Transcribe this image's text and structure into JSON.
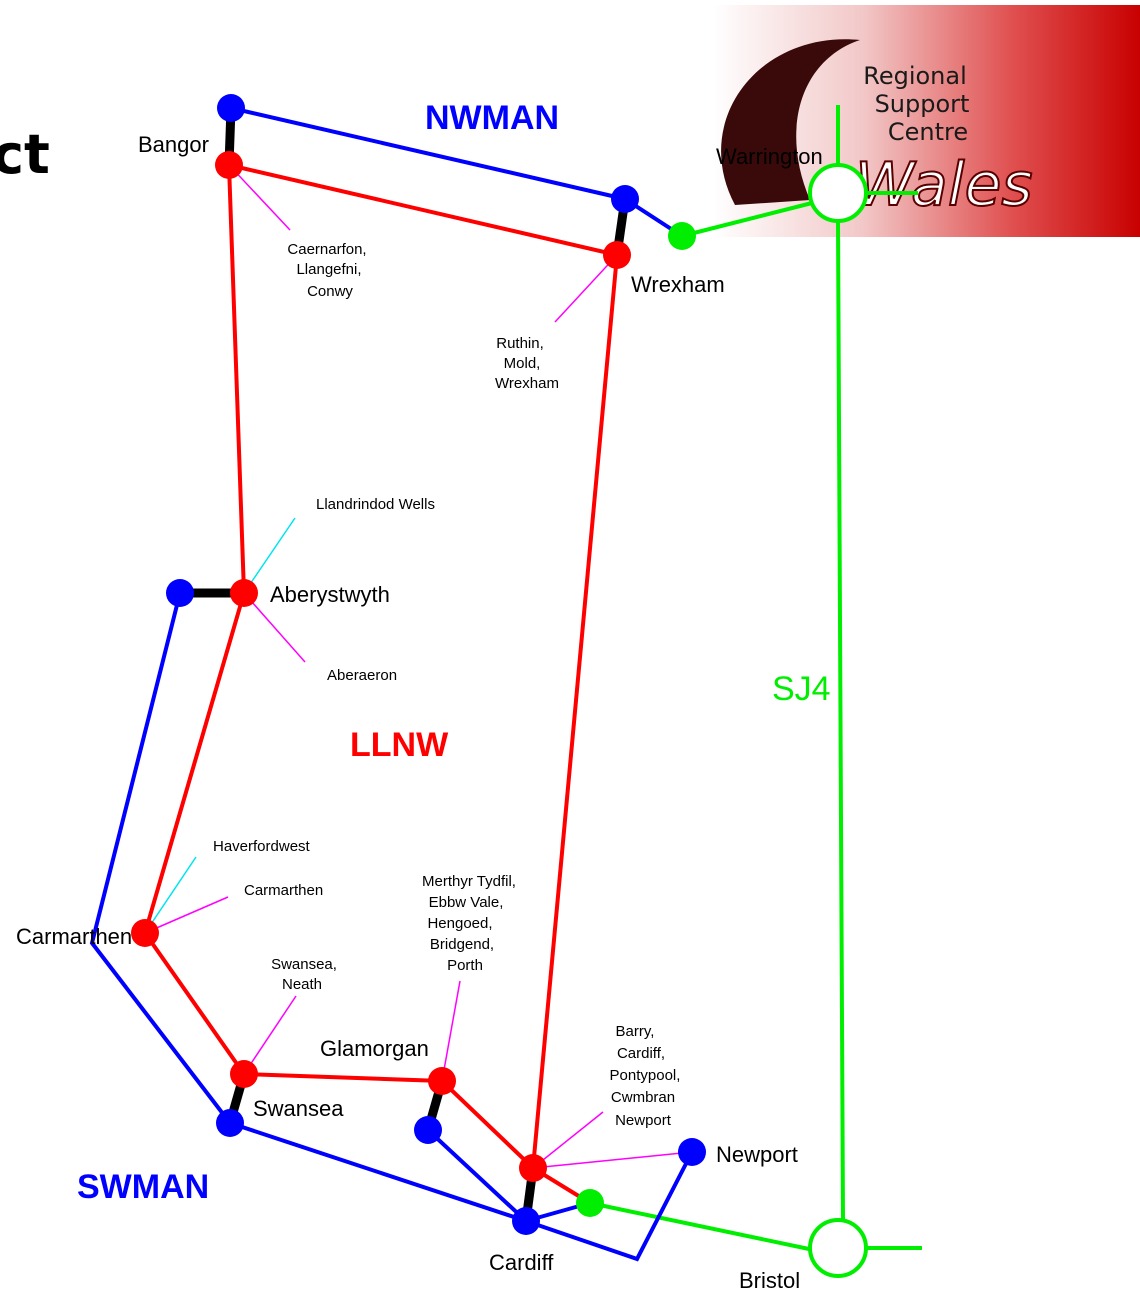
{
  "title_fragment": "ct",
  "logo": {
    "lines": [
      "Regional",
      "Support",
      "Centre"
    ],
    "wales": "Wales"
  },
  "networks": {
    "nwman": {
      "label": "NWMAN",
      "color": "#0000ff"
    },
    "llnw": {
      "label": "LLNW",
      "color": "#ff0000"
    },
    "swman": {
      "label": "SWMAN",
      "color": "#0000ff"
    },
    "sj4": {
      "label": "SJ4",
      "color": "#00ee00"
    }
  },
  "link_colors": {
    "interconnect": "#000000",
    "site_leader": "#ff00ff",
    "site_leader_alt": "#00e5ee"
  },
  "towns": {
    "bangor": "Bangor",
    "warrington": "Warrington",
    "wrexham": "Wrexham",
    "aberystwyth": "Aberystwyth",
    "carmarthen": "Carmarthen",
    "glamorgan": "Glamorgan",
    "swansea": "Swansea",
    "cardiff": "Cardiff",
    "newport": "Newport",
    "bristol": "Bristol"
  },
  "sites": {
    "bangor": [
      "Caernarfon,",
      "Llangefni,",
      "Conwy"
    ],
    "wrexham": [
      "Ruthin,",
      "Mold,",
      "Wrexham"
    ],
    "llandrindod": [
      "Llandrindod Wells"
    ],
    "aberaeron": [
      "Aberaeron"
    ],
    "haverfordwest": [
      "Haverfordwest"
    ],
    "carmarthen": [
      "Carmarthen"
    ],
    "merthyr": [
      "Merthyr Tydfil,",
      "Ebbw Vale,",
      "Hengoed,",
      "Bridgend,",
      "Porth"
    ],
    "swansea": [
      "Swansea,",
      "Neath"
    ],
    "cardiff": [
      "Barry,",
      "Cardiff,",
      "Pontypool,",
      "Cwmbran",
      "Newport"
    ]
  }
}
